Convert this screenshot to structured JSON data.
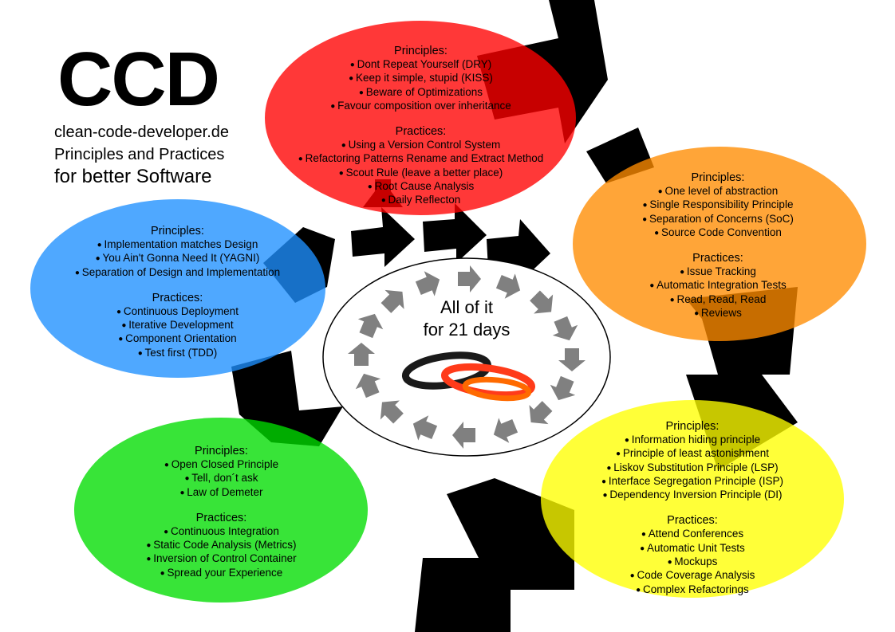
{
  "header": {
    "title": "CCD",
    "website": "clean-code-developer.de",
    "tagline_line1": "Principles and Practices",
    "tagline_line2": "for better Software"
  },
  "center": {
    "line1": "All of it",
    "line2": "for 21 days"
  },
  "degrees": [
    {
      "id": "red",
      "color": "#ff0000",
      "principles_heading": "Principles:",
      "principles": [
        "Dont Repeat Yourself (DRY)",
        "Keep it simple, stupid (KISS)",
        "Beware of Optimizations",
        "Favour composition over inheritance"
      ],
      "practices_heading": "Practices:",
      "practices": [
        "Using a Version Control System",
        "Refactoring Patterns Rename and Extract Method",
        "Scout Rule (leave a better place)",
        "Root Cause Analysis",
        "Daily Reflecton"
      ]
    },
    {
      "id": "orange",
      "color": "#ff8c00",
      "principles_heading": "Principles:",
      "principles": [
        "One level of abstraction",
        "Single Responsibility Principle",
        "Separation of Concerns (SoC)",
        "Source Code Convention"
      ],
      "practices_heading": "Practices:",
      "practices": [
        "Issue Tracking",
        "Automatic Integration Tests",
        "Read, Read, Read",
        "Reviews"
      ]
    },
    {
      "id": "yellow",
      "color": "#ffff00",
      "principles_heading": "Principles:",
      "principles": [
        "Information hiding principle",
        "Principle of least astonishment",
        "Liskov Substitution Principle (LSP)",
        "Interface Segregation Principle (ISP)",
        "Dependency Inversion Principle (DI)"
      ],
      "practices_heading": "Practices:",
      "practices": [
        "Attend Conferences",
        "Automatic Unit Tests",
        "Mockups",
        "Code Coverage Analysis",
        "Complex Refactorings"
      ]
    },
    {
      "id": "green",
      "color": "#00dd00",
      "principles_heading": "Principles:",
      "principles": [
        "Open Closed Principle",
        "Tell, don´t ask",
        "Law of Demeter"
      ],
      "practices_heading": "Practices:",
      "practices": [
        "Continuous Integration",
        "Static Code Analysis (Metrics)",
        "Inversion of Control Container",
        "Spread your Experience"
      ]
    },
    {
      "id": "blue",
      "color": "#1e90ff",
      "principles_heading": "Principles:",
      "principles": [
        "Implementation matches Design",
        "You Ain't Gonna Need It (YAGNI)",
        "Separation of Design and Implementation"
      ],
      "practices_heading": "Practices:",
      "practices": [
        "Continuous Deployment",
        "Iterative Development",
        "Component Orientation",
        "Test first (TDD)"
      ]
    }
  ]
}
